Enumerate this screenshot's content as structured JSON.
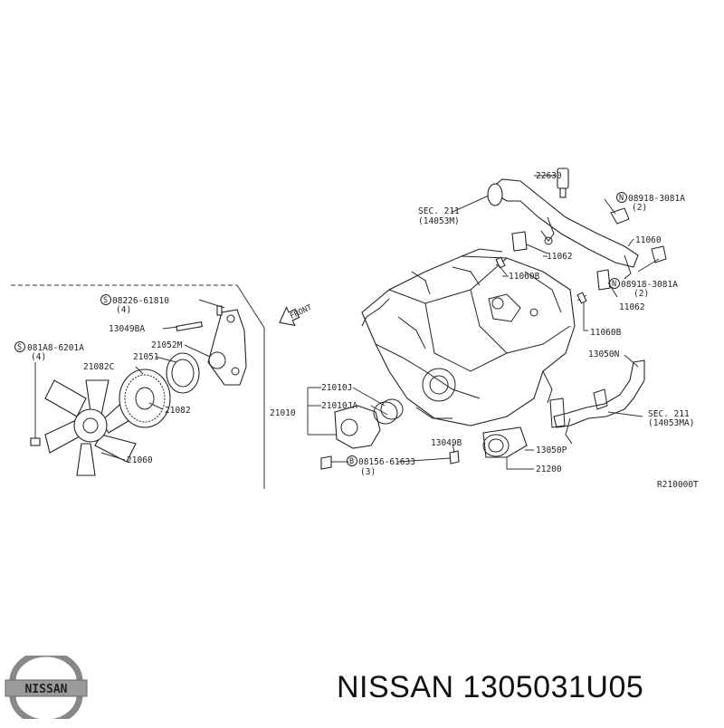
{
  "labels": {
    "p22630": "22630",
    "sec211_top": "SEC. 211",
    "sec211_top_ref": "(14053M)",
    "bolt_n_top": "08918-3081A",
    "bolt_n_top_qty": "(2)",
    "p11060": "11060",
    "p11062_top": "11062",
    "p11060b_top": "11060B",
    "bolt_n_mid": "08918-3081A",
    "bolt_n_mid_qty": "(2)",
    "p11062_mid": "11062",
    "p11060b_mid": "11060B",
    "p13050n": "13050N",
    "sec211_right": "SEC. 211",
    "sec211_right_ref": "(14053MA)",
    "p13050p": "13050P",
    "p21200": "21200",
    "p13049b_bot": "13049B",
    "bolt_b": "08156-61633",
    "bolt_b_qty": "(3)",
    "p21010": "21010",
    "p21010j": "21010J",
    "p21010ja": "21010JA",
    "front": "FRONT",
    "bolt_s_top": "08226-61810",
    "bolt_s_top_qty": "(4)",
    "p13049ba": "13049BA",
    "p21052m": "21052M",
    "p21051": "21051",
    "p21082c": "21082C",
    "bolt_s_left": "081A8-6201A",
    "bolt_s_left_qty": "(4)",
    "p21082": "21082",
    "p21060": "21060",
    "ref_code": "R210000T"
  },
  "symbols": {
    "n": "N",
    "s": "S",
    "b": "B"
  },
  "footer": {
    "brand": "NISSAN",
    "part_number": "1305031U05"
  },
  "logo": {
    "text": "NISSAN"
  },
  "colors": {
    "ink": "#222222",
    "background": "#ffffff"
  }
}
